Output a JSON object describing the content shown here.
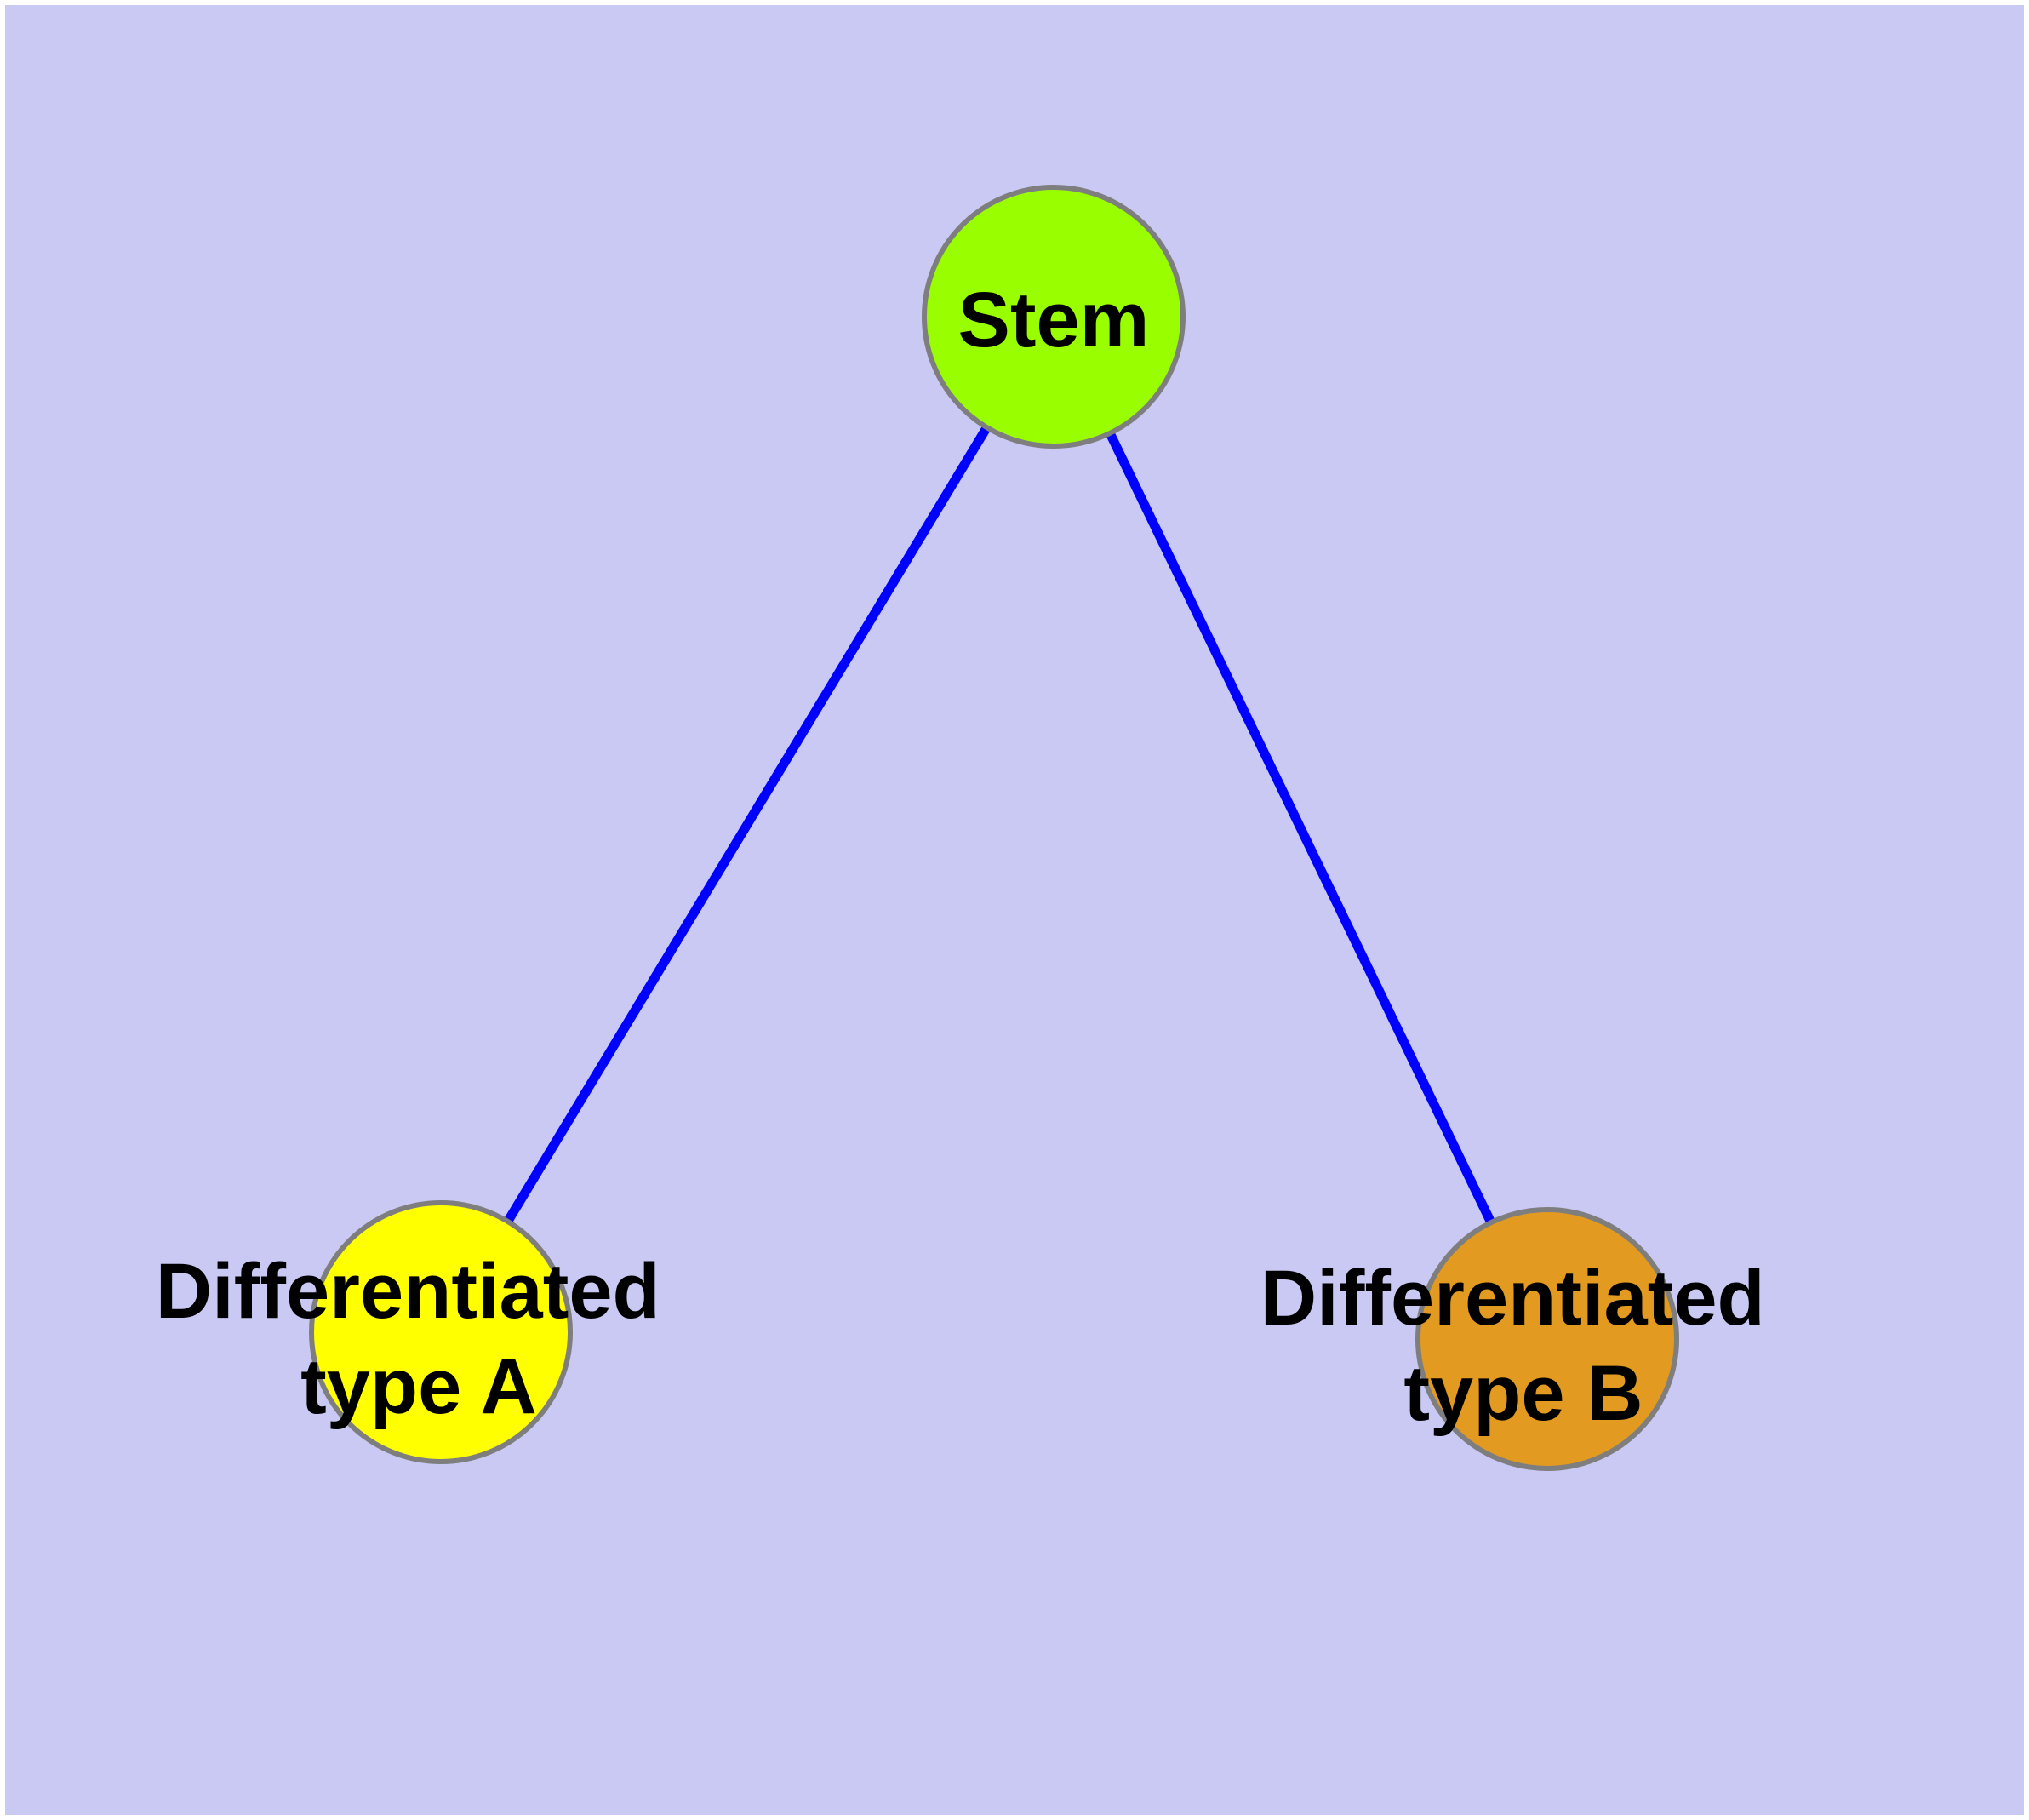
{
  "diagram": {
    "background_color": "#c9c9f4",
    "edge_color": "#0000ff",
    "node_border_color": "#7e7e7e",
    "text_color": "#000000",
    "nodes": [
      {
        "id": "stem",
        "label": "Stem",
        "fill": "#99ff00"
      },
      {
        "id": "differentiated-type-a",
        "label_lines": [
          "Differentiated",
          "type A"
        ],
        "fill": "#ffff00"
      },
      {
        "id": "differentiated-type-b",
        "label_lines": [
          "Differentiated",
          "type B"
        ],
        "fill": "#e29a20"
      }
    ],
    "edges": [
      {
        "from": "Stem",
        "to": "Differentiated type A"
      },
      {
        "from": "Stem",
        "to": "Differentiated type B"
      }
    ]
  }
}
